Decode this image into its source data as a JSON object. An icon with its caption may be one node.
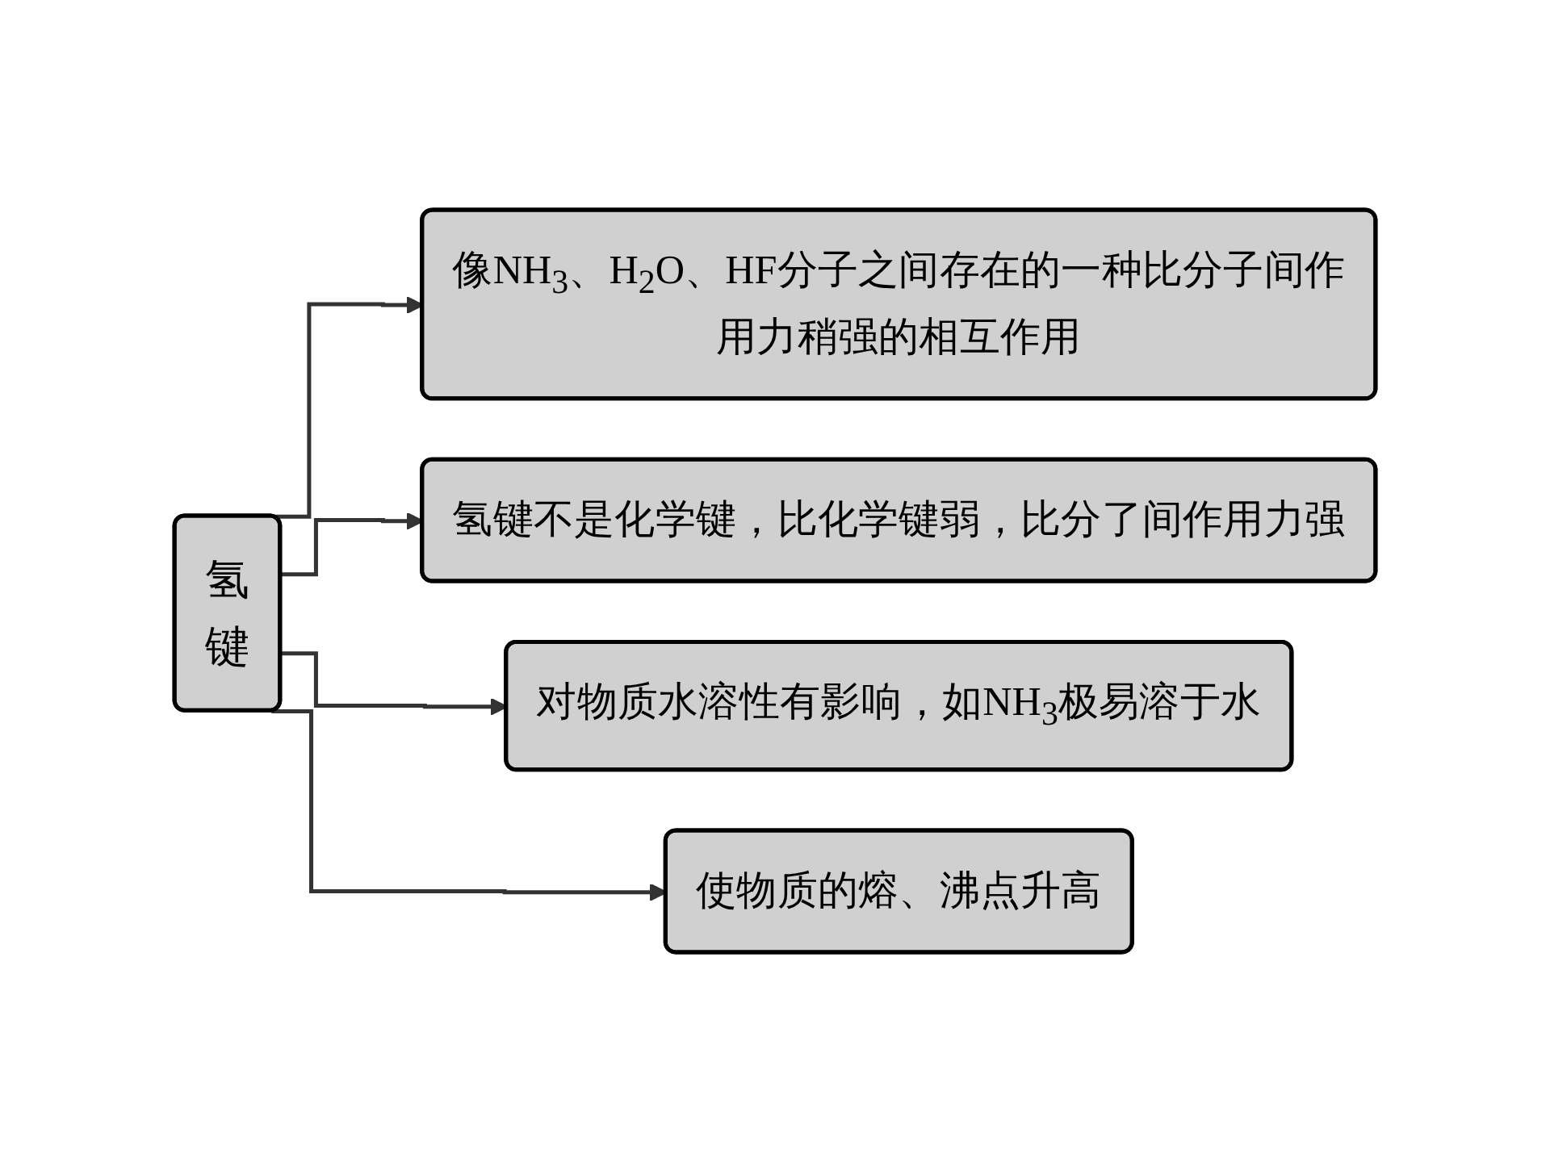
{
  "diagram": {
    "nodes": [
      {
        "text": [
          "氢键"
        ]
      },
      {
        "text": [
          "像NH$_{3}$、H$_{2}$O、HF分子之间存在的一种比分子间作用力稍强的相互作用"
        ]
      },
      {
        "text": [
          "氢键不是化学键，比化学键弱，比分了间作用力强"
        ]
      },
      {
        "text": [
          "对物质水溶性有影响，如NH$_{3}$极易溶于水"
        ]
      },
      {
        "text": [
          "使物质的熔、沸点升高"
        ]
      }
    ],
    "edges": [
      {
        "from": 0,
        "to": 1,
        "arrow": "to"
      },
      {
        "from": 0,
        "to": 2,
        "arrow": "to"
      },
      {
        "from": 0,
        "to": 3,
        "arrow": "to"
      },
      {
        "from": 0,
        "to": 4,
        "arrow": "to"
      }
    ]
  }
}
